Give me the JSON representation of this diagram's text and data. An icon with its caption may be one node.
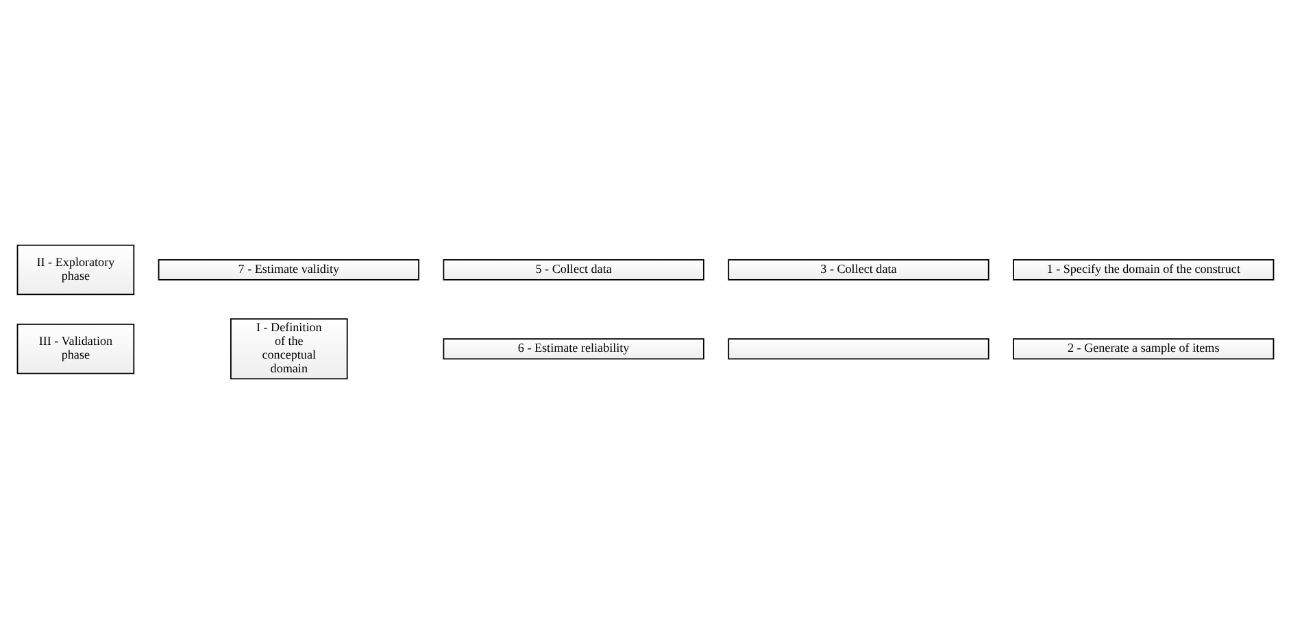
{
  "diagram": {
    "nodes": [
      {
        "text": [
          "I - Definition of the conceptual domain"
        ]
      },
      {
        "text": [
          "II - Exploratory phase"
        ]
      },
      {
        "text": [
          "III - Validation phase"
        ]
      },
      {
        "text": [
          "1 - Specify the domain of the construct"
        ]
      },
      {
        "text": [
          "2 - Generate a sample of items"
        ]
      },
      {
        "text": [
          "3 - Collect data"
        ]
      },
      {
        "text": [],
        "shape": "box"
      },
      {
        "text": [
          "5 - Collect data"
        ]
      },
      {
        "text": [
          "6 - Estimate reliability"
        ]
      },
      {
        "text": [
          "7 - Estimate validity"
        ]
      }
    ],
    "edges": []
  }
}
